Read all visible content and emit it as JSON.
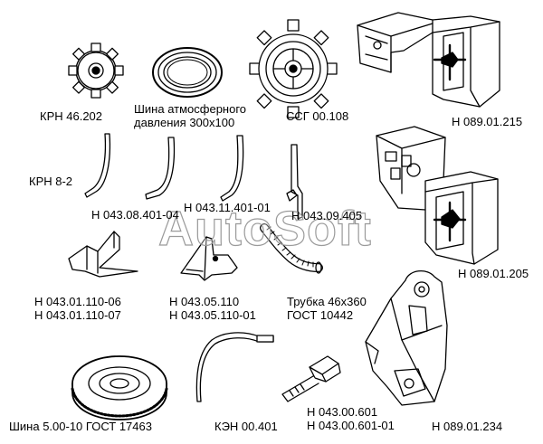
{
  "watermark": "AutoSoft",
  "parts": {
    "krn46": {
      "label": "КРН 46.202"
    },
    "tire_atm": {
      "line1": "Шина атмосферного",
      "line2": "давления 300х100"
    },
    "ssg": {
      "label": "ССГ 00.108"
    },
    "h215": {
      "label": "Н 089.01.215"
    },
    "krn8": {
      "label": "КРН 8-2"
    },
    "h043_08": {
      "label": "Н 043.08.401-04"
    },
    "h043_11": {
      "label": "Н 043.11.401-01"
    },
    "h043_09": {
      "label": "Н 043.09.405"
    },
    "h205": {
      "label": "Н 089.01.205"
    },
    "h043_01": {
      "line1": "Н 043.01.110-06",
      "line2": "Н 043.01.110-07"
    },
    "h043_05": {
      "line1": "Н 043.05.110",
      "line2": "Н 043.05.110-01"
    },
    "tube": {
      "line1": "Трубка 46х360",
      "line2": "ГОСТ 10442"
    },
    "tire5": {
      "label": "Шина 5.00-10 ГОСТ 17463"
    },
    "ken": {
      "label": "КЭН 00.401"
    },
    "h043_00": {
      "line1": "Н 043.00.601",
      "line2": "Н 043.00.601-01"
    },
    "h234": {
      "label": "Н 089.01.234"
    }
  }
}
